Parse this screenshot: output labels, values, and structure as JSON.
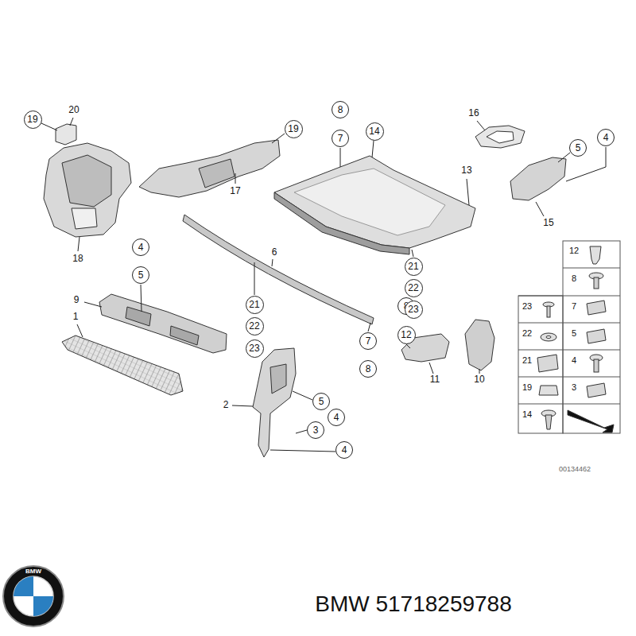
{
  "diagram": {
    "nodes": [
      {
        "text": [
          "8"
        ]
      },
      {
        "text": [
          "19"
        ]
      },
      {
        "text": [
          "19"
        ]
      },
      {
        "text": [
          "14"
        ]
      },
      {
        "text": [
          "7"
        ]
      },
      {
        "text": [
          "4"
        ]
      },
      {
        "text": [
          "5"
        ]
      },
      {
        "text": [
          "4"
        ]
      },
      {
        "text": [
          "21"
        ]
      },
      {
        "text": [
          "5"
        ]
      },
      {
        "text": [
          "22"
        ]
      },
      {
        "text": [
          "21"
        ]
      },
      {
        "text": [
          "8"
        ]
      },
      {
        "text": [
          "23"
        ]
      },
      {
        "text": [
          "22"
        ]
      },
      {
        "text": [
          "12"
        ]
      },
      {
        "text": [
          "7"
        ]
      },
      {
        "text": [
          "23"
        ]
      },
      {
        "text": [
          "8"
        ]
      },
      {
        "text": [
          "5"
        ]
      },
      {
        "text": [
          "4"
        ]
      },
      {
        "text": [
          "3"
        ]
      },
      {
        "text": [
          "4"
        ]
      }
    ],
    "labels": [
      "20",
      "16",
      "13",
      "17",
      "15",
      "6",
      "12",
      "18",
      "8",
      "9",
      "23",
      "7",
      "1",
      "22",
      "5",
      "11",
      "10",
      "21",
      "4",
      "19",
      "3",
      "2",
      "14",
      "00134462",
      "BMW",
      "BMW 51718259788"
    ]
  }
}
